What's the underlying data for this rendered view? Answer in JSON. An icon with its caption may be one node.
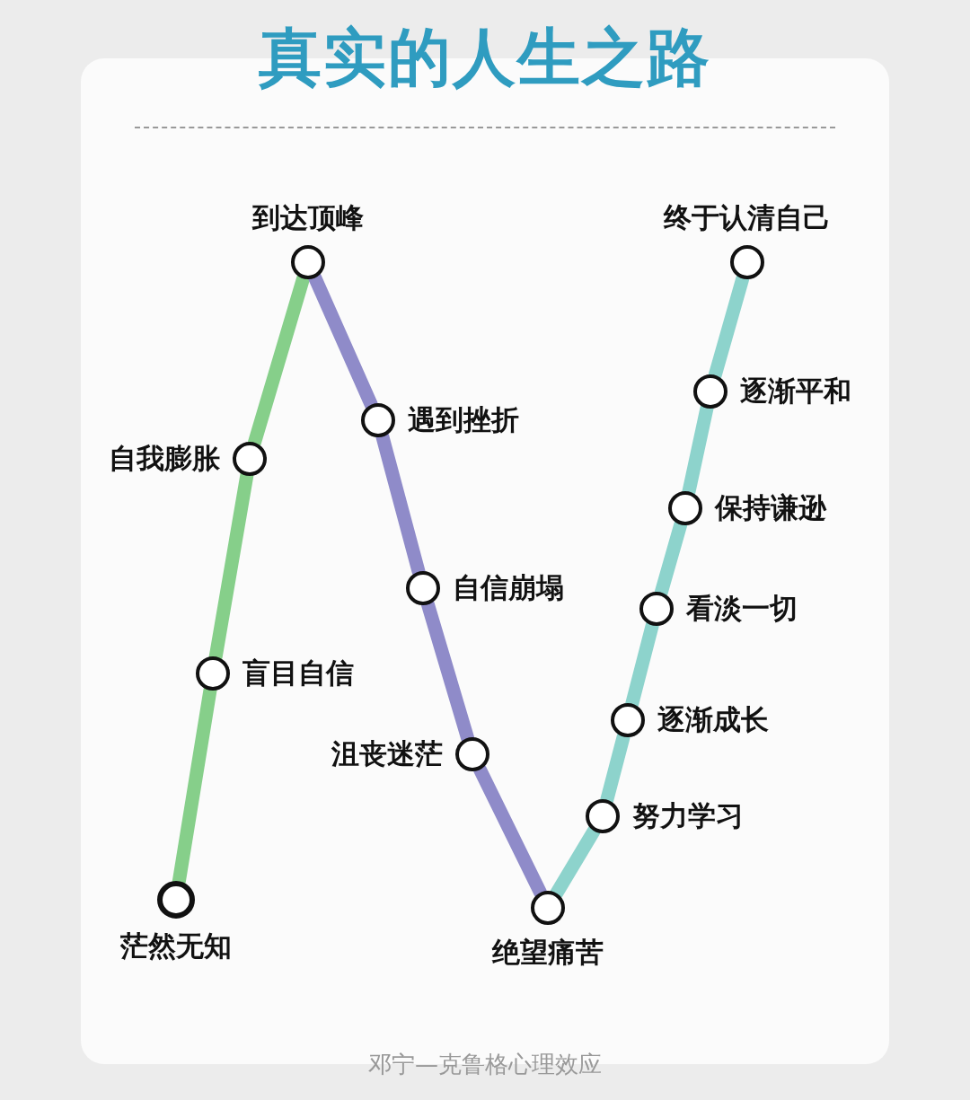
{
  "diagram": {
    "title": "真实的人生之路",
    "caption": "邓宁—克鲁格心理效应",
    "nodes": [
      {
        "text": [
          "茫然无知"
        ]
      },
      {
        "text": [
          "盲目自信"
        ]
      },
      {
        "text": [
          "自我膨胀"
        ]
      },
      {
        "text": [
          "到达顶峰"
        ]
      },
      {
        "text": [
          "遇到挫折"
        ]
      },
      {
        "text": [
          "自信崩塌"
        ]
      },
      {
        "text": [
          "沮丧迷茫"
        ]
      },
      {
        "text": [
          "绝望痛苦"
        ]
      },
      {
        "text": [
          "努力学习"
        ]
      },
      {
        "text": [
          "逐渐成长"
        ]
      },
      {
        "text": [
          "看淡一切"
        ]
      },
      {
        "text": [
          "保持谦逊"
        ]
      },
      {
        "text": [
          "逐渐平和"
        ]
      },
      {
        "text": [
          "终于认清自己"
        ]
      }
    ],
    "edges": [
      {
        "from": 0,
        "to": 1,
        "arrow": "none",
        "color": "#86cf8a"
      },
      {
        "from": 1,
        "to": 2,
        "arrow": "none",
        "color": "#86cf8a"
      },
      {
        "from": 2,
        "to": 3,
        "arrow": "none",
        "color": "#86cf8a"
      },
      {
        "from": 3,
        "to": 4,
        "arrow": "none",
        "color": "#8f8bc9"
      },
      {
        "from": 4,
        "to": 5,
        "arrow": "none",
        "color": "#8f8bc9"
      },
      {
        "from": 5,
        "to": 6,
        "arrow": "none",
        "color": "#8f8bc9"
      },
      {
        "from": 6,
        "to": 7,
        "arrow": "none",
        "color": "#8f8bc9"
      },
      {
        "from": 7,
        "to": 8,
        "arrow": "none"
      },
      {
        "from": 8,
        "to": 9,
        "arrow": "none"
      },
      {
        "from": 9,
        "to": 10,
        "arrow": "none"
      },
      {
        "from": 10,
        "to": 11,
        "arrow": "none"
      },
      {
        "from": 11,
        "to": 12,
        "arrow": "none"
      },
      {
        "from": 12,
        "to": 13,
        "arrow": "none"
      }
    ]
  }
}
